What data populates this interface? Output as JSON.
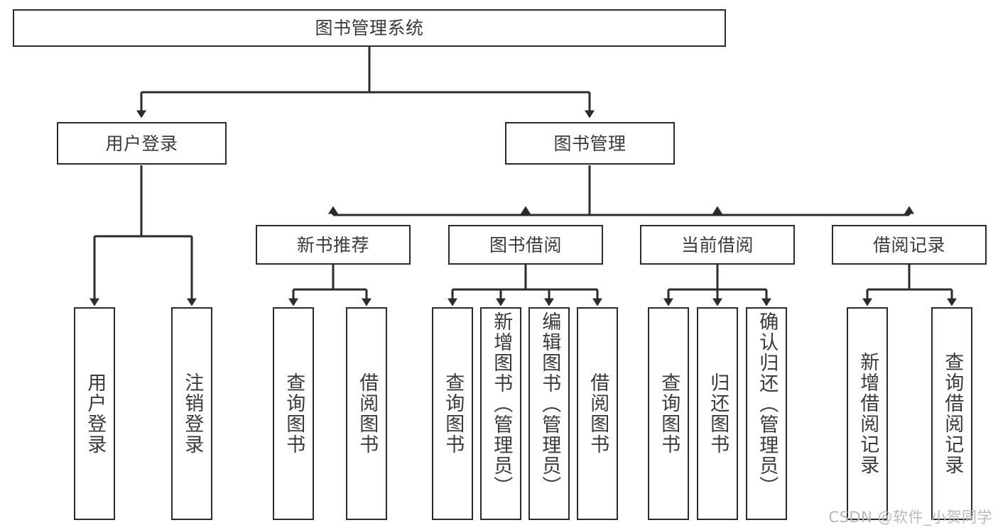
{
  "diagram": {
    "title": "图书管理系统",
    "type": "tree-hierarchy-chart",
    "root": {
      "label": "图书管理系统"
    },
    "tier1": [
      {
        "label": "用户登录"
      },
      {
        "label": "图书管理"
      }
    ],
    "tier2": [
      {
        "label": "新书推荐"
      },
      {
        "label": "图书借阅"
      },
      {
        "label": "当前借阅"
      },
      {
        "label": "借阅记录"
      }
    ],
    "leaves": [
      {
        "label": "用户登录",
        "parent": "用户登录"
      },
      {
        "label": "注销登录",
        "parent": "用户登录"
      },
      {
        "label": "查询图书",
        "parent": "新书推荐"
      },
      {
        "label": "借阅图书",
        "parent": "新书推荐"
      },
      {
        "label": "查询图书",
        "parent": "图书借阅"
      },
      {
        "label": "新增图书（管理员）",
        "parent": "图书借阅"
      },
      {
        "label": "编辑图书（管理员）",
        "parent": "图书借阅"
      },
      {
        "label": "借阅图书",
        "parent": "图书借阅"
      },
      {
        "label": "查询图书",
        "parent": "当前借阅"
      },
      {
        "label": "归还图书",
        "parent": "当前借阅"
      },
      {
        "label": "确认归还（管理员）",
        "parent": "当前借阅"
      },
      {
        "label": "新增借阅记录",
        "parent": "借阅记录"
      },
      {
        "label": "查询借阅记录",
        "parent": "借阅记录"
      }
    ]
  },
  "watermark": {
    "text": "CSDN @软件_小贺同学"
  },
  "colors": {
    "stroke": "#2b2b2b",
    "text": "#3a3a3a",
    "background": "#ffffff",
    "watermark": "#b9b9b9"
  }
}
